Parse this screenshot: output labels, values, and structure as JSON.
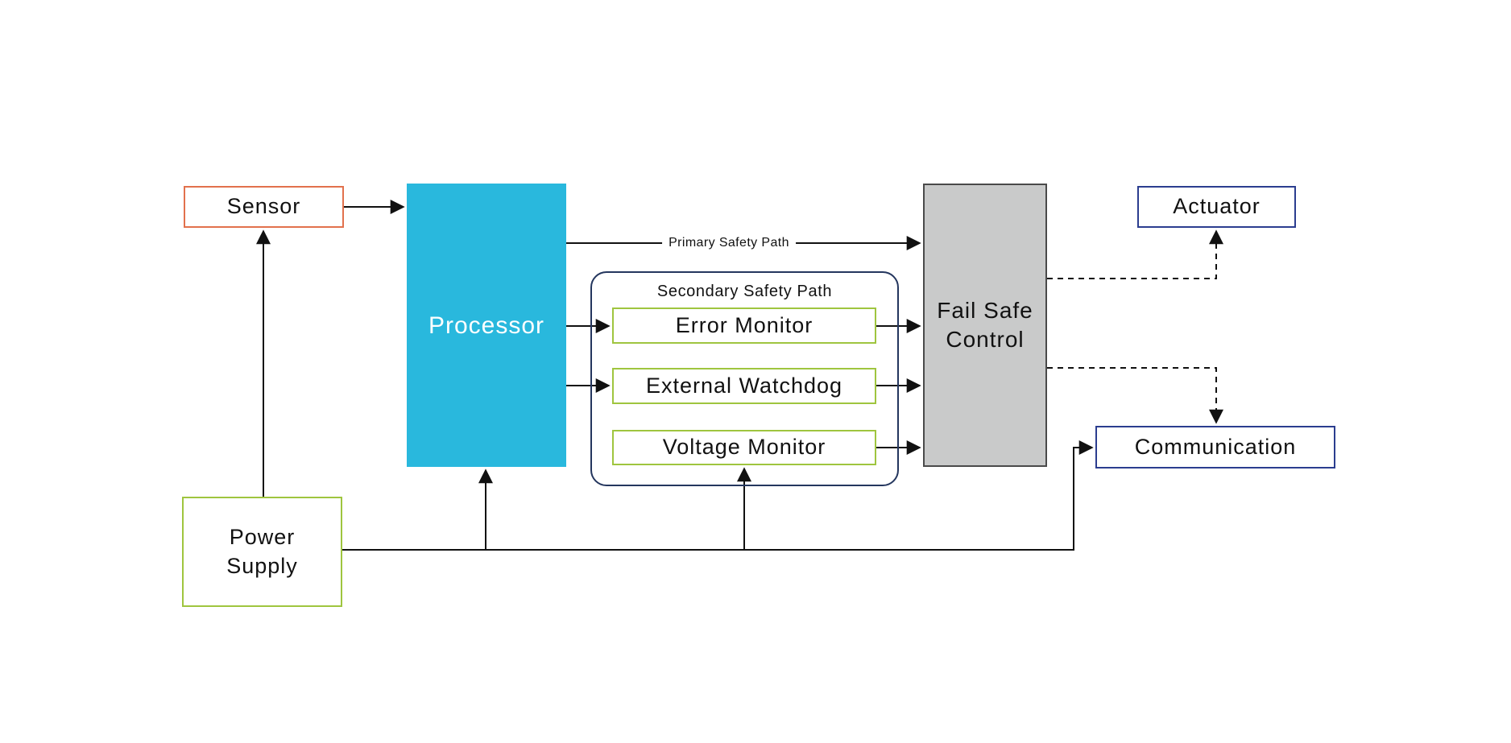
{
  "nodes": {
    "sensor": {
      "label": "Sensor"
    },
    "processor": {
      "label": "Processor"
    },
    "power_supply": {
      "lines": [
        "Power",
        "Supply"
      ]
    },
    "error_monitor": {
      "label": "Error Monitor"
    },
    "external_watchdog": {
      "label": "External Watchdog"
    },
    "voltage_monitor": {
      "label": "Voltage Monitor"
    },
    "fail_safe_control": {
      "lines": [
        "Fail Safe",
        "Control"
      ]
    },
    "actuator": {
      "label": "Actuator"
    },
    "communication": {
      "label": "Communication"
    }
  },
  "groups": {
    "secondary_safety_path": {
      "label": "Secondary Safety Path"
    }
  },
  "edge_labels": {
    "primary_safety_path": "Primary Safety Path"
  },
  "colors": {
    "background": "#FFFFFF",
    "text_color": "#111111",
    "line_color": "#111111",
    "sensor_border": "#E2714D",
    "processor_fill": "#29B8DD",
    "green_border": "#9FC53F",
    "navy_border": "#2B3D8F",
    "group_border": "#24365E",
    "failsafe_fill": "#C9CACA",
    "failsafe_border": "#4A4A4A"
  }
}
